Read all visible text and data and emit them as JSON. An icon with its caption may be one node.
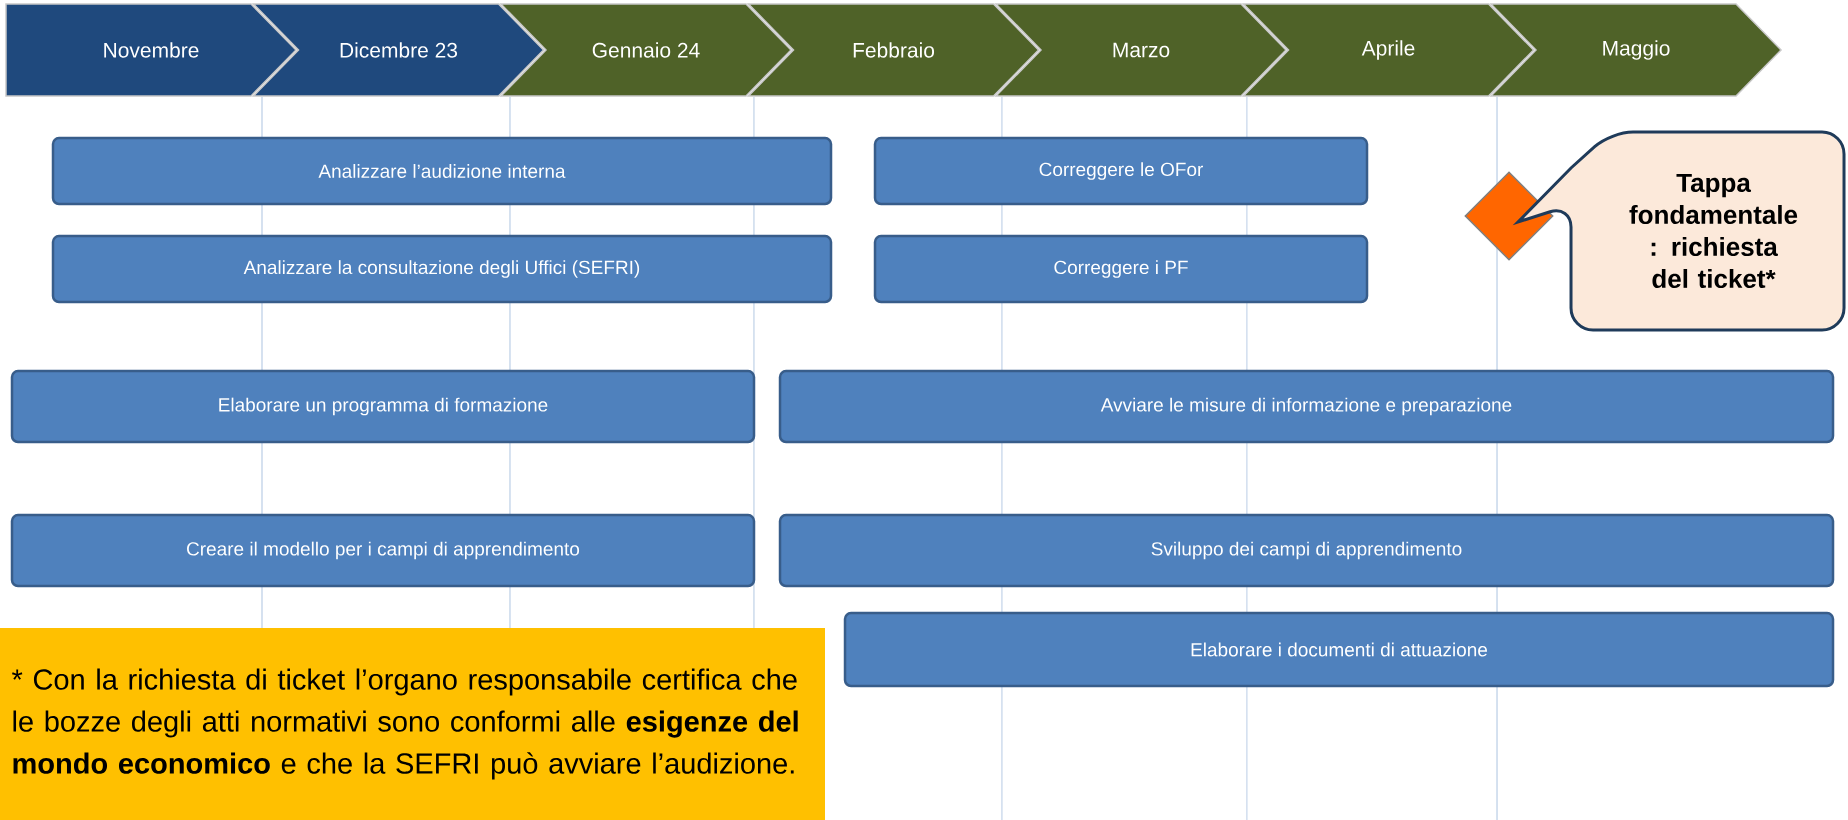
{
  "diagram": {
    "nodes": [
      {
        "text": [
          "Novembre"
        ]
      },
      {
        "text": [
          "Dicembre 23"
        ]
      },
      {
        "text": [
          "Gennaio 24"
        ]
      },
      {
        "text": [
          "Febbraio"
        ]
      },
      {
        "text": [
          "Marzo"
        ]
      },
      {
        "text": [
          "Aprile"
        ]
      },
      {
        "text": [
          "Maggio"
        ]
      },
      {
        "text": [
          "Analizzare l’audizione interna"
        ]
      },
      {
        "text": [
          "Correggere le OFor"
        ]
      },
      {
        "text": [
          "Analizzare la consultazione degli Uffici (SEFRI)"
        ]
      },
      {
        "text": [
          "Correggere i PF"
        ]
      },
      {
        "text": [
          "Elaborare un programma di formazione"
        ]
      },
      {
        "text": [
          "Avviare le misure di informazione e preparazione"
        ]
      },
      {
        "text": [
          "Creare il modello per i campi di apprendimento"
        ]
      },
      {
        "text": [
          "Sviluppo dei campi di apprendimento"
        ]
      },
      {
        "text": [
          "Elaborare i documenti di attuazione"
        ]
      },
      {
        "text": [],
        "shape": "diamond"
      },
      {
        "text": [
          "Tappa fondamentale : richiesta del ticket*"
        ]
      },
      {
        "text": [
          "* Con la richiesta di ticket l’organo responsabile certifica che le bozze degli atti normativi sono conformi alle **esigenze del mondo economico** e che la SEFRI può avviare l’audizione."
        ]
      }
    ],
    "edges": []
  }
}
